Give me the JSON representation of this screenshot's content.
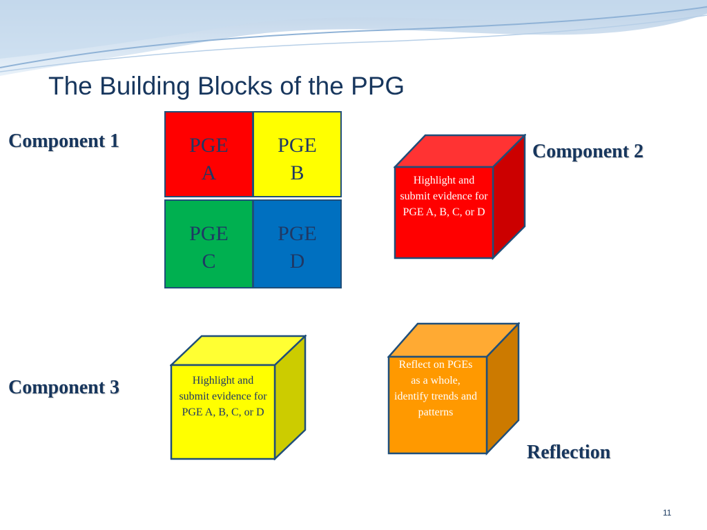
{
  "slide": {
    "title": "The Building Blocks of the PPG",
    "page_number": "11"
  },
  "components": {
    "c1": "Component 1",
    "c2": "Component 2",
    "c3": "Component 3",
    "reflection": "Reflection"
  },
  "grid": {
    "a": {
      "line1": "PGE",
      "line2": "A",
      "color": "#ff0000"
    },
    "b": {
      "line1": "PGE",
      "line2": "B",
      "color": "#ffff00"
    },
    "c": {
      "line1": "PGE",
      "line2": "C",
      "color": "#00b050"
    },
    "d": {
      "line1": "PGE",
      "line2": "D",
      "color": "#0070c0"
    }
  },
  "cubes": {
    "red": {
      "text": "Highlight and submit evidence for PGE  A, B, C, or D",
      "front": "#ff0000",
      "top": "#ff3333",
      "side": "#cc0000",
      "text_color": "#ffffff"
    },
    "yellow": {
      "text": "Highlight and submit evidence for PGE  A, B, C, or D",
      "front": "#ffff00",
      "top": "#ffff33",
      "side": "#cccc00",
      "text_color": "#1f3864"
    },
    "orange": {
      "text": "Reflect on PGEs as a whole, identify trends and patterns",
      "front": "#ff9900",
      "top": "#ffaa33",
      "side": "#cc7a00",
      "text_color": "#ffffff"
    }
  }
}
